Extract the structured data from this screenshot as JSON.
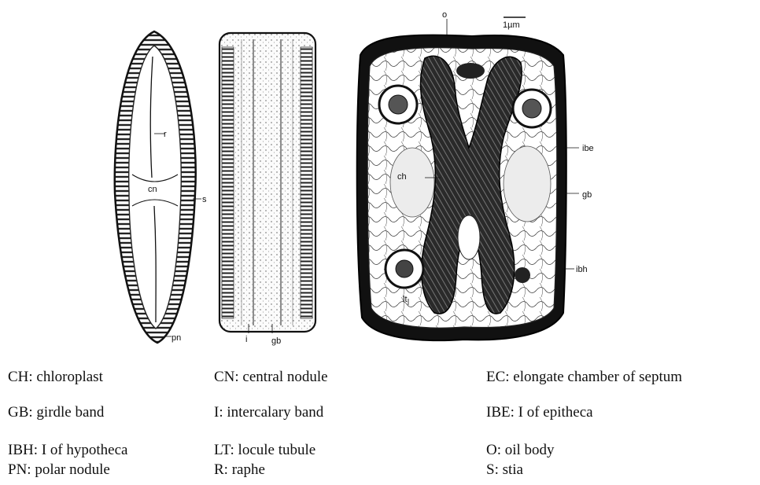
{
  "figure": {
    "labels": {
      "r": "r",
      "cn": "cn",
      "s": "s",
      "pn": "pn",
      "i": "i",
      "gb_girdle": "gb",
      "o": "o",
      "scale": "1µm",
      "ibe": "ibe",
      "ch": "ch",
      "gb_cell": "gb",
      "ibh": "ibh",
      "lt": "lt"
    }
  },
  "legend": {
    "items": [
      "CH: chloroplast",
      "CN: central nodule",
      "EC: elongate chamber of septum",
      "GB: girdle band",
      "I:     intercalary band",
      "IBE: I of epitheca",
      "IBH: I of hypotheca",
      "LT: locule tubule",
      "O: oil body",
      "PN: polar nodule",
      "R:  raphe",
      "S: stia"
    ]
  }
}
